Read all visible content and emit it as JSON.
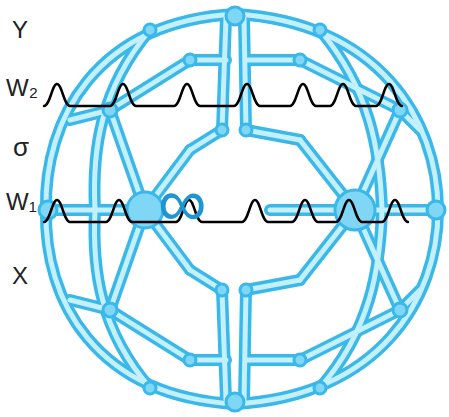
{
  "diagram": {
    "labels": [
      "Y",
      "W₂",
      "σ",
      "W₁",
      "X",
      "∞"
    ]
  }
}
